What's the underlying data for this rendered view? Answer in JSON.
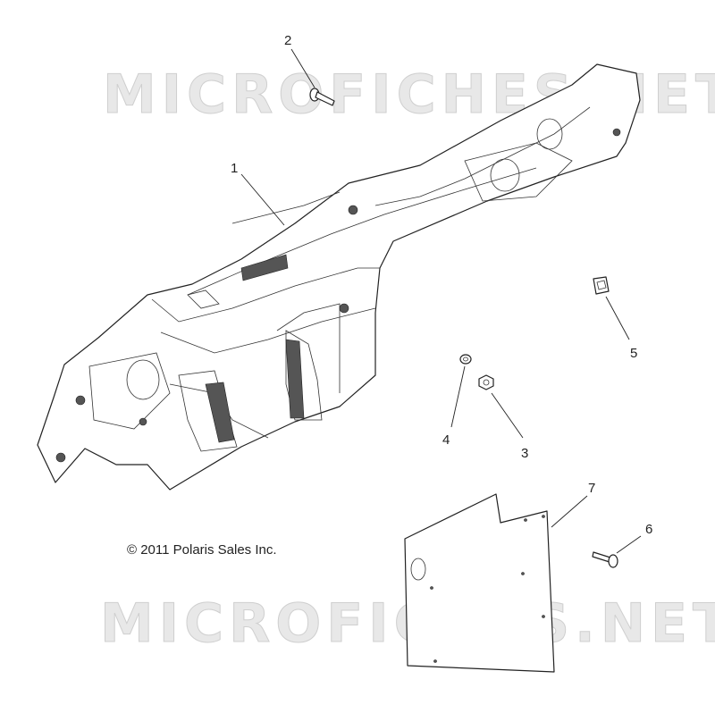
{
  "watermark_top": "MICROFICHES.NET",
  "watermark_bottom": "MICROFICHES.NET",
  "copyright": "© 2011 Polaris Sales Inc.",
  "callouts": [
    {
      "id": "1",
      "label": "1"
    },
    {
      "id": "2",
      "label": "2"
    },
    {
      "id": "3",
      "label": "3"
    },
    {
      "id": "4",
      "label": "4"
    },
    {
      "id": "5",
      "label": "5"
    },
    {
      "id": "6",
      "label": "6"
    },
    {
      "id": "7",
      "label": "7"
    }
  ]
}
